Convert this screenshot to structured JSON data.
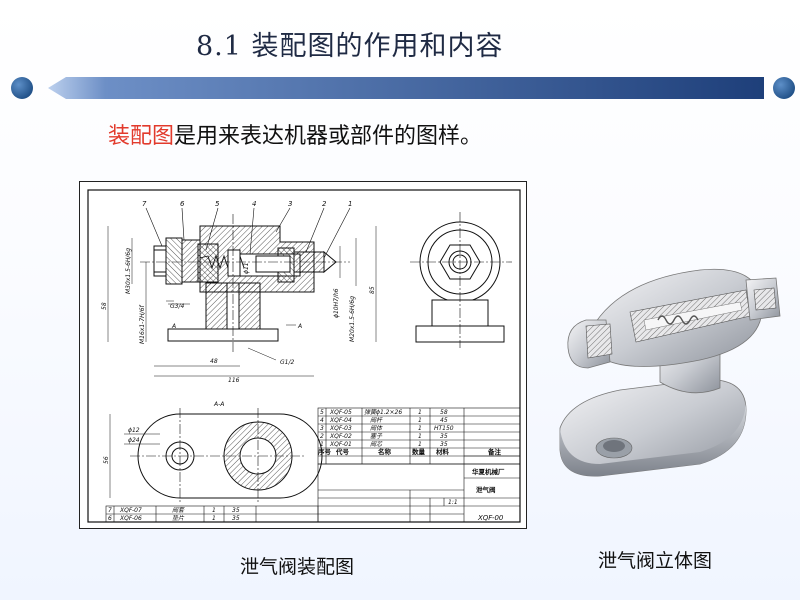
{
  "slide": {
    "title": "8.1 装配图的作用和内容",
    "intro_highlight": "装配图",
    "intro_rest": "是用来表达机器或部件的图样。",
    "caption_left": "泄气阀装配图",
    "caption_right": "泄气阀立体图"
  },
  "drawing": {
    "balloons": [
      "7",
      "6",
      "5",
      "4",
      "3",
      "2",
      "1"
    ],
    "section_label": "A-A",
    "cut_label": "A",
    "dims": {
      "d1": "M30x1.5-6H/6g",
      "d2": "58",
      "d3": "M16x1-7H/6f",
      "d4": "G3/4",
      "d5": "ϕ11",
      "d6": "48",
      "d7": "G1/2",
      "d8": "116",
      "d9": "ϕ10H7/h6",
      "d10": "M20x1.5-6H/6g",
      "d11": "85",
      "d12": "ϕ12",
      "d13": "ϕ24",
      "d14": "56"
    },
    "parts_table": {
      "rows": [
        [
          "5",
          "XQF-05",
          "弹簧ϕ1.2×26",
          "1",
          "58"
        ],
        [
          "4",
          "XQF-04",
          "阀杆",
          "1",
          "45"
        ],
        [
          "3",
          "XQF-03",
          "阀体",
          "1",
          "HT150"
        ],
        [
          "2",
          "XQF-02",
          "塞子",
          "1",
          "35"
        ],
        [
          "1",
          "XQF-01",
          "阀芯",
          "1",
          "35"
        ]
      ],
      "header": [
        "序号",
        "代号",
        "名称",
        "数量",
        "材料",
        "备注"
      ],
      "lower_rows": [
        [
          "7",
          "XQF-07",
          "阀套",
          "1",
          "35"
        ],
        [
          "6",
          "XQF-06",
          "垫片",
          "1",
          "35"
        ]
      ],
      "company": "华夏机械厂",
      "drawing_name": "泄气阀",
      "drawing_code": "XQF-00",
      "scale": "1:1"
    }
  }
}
